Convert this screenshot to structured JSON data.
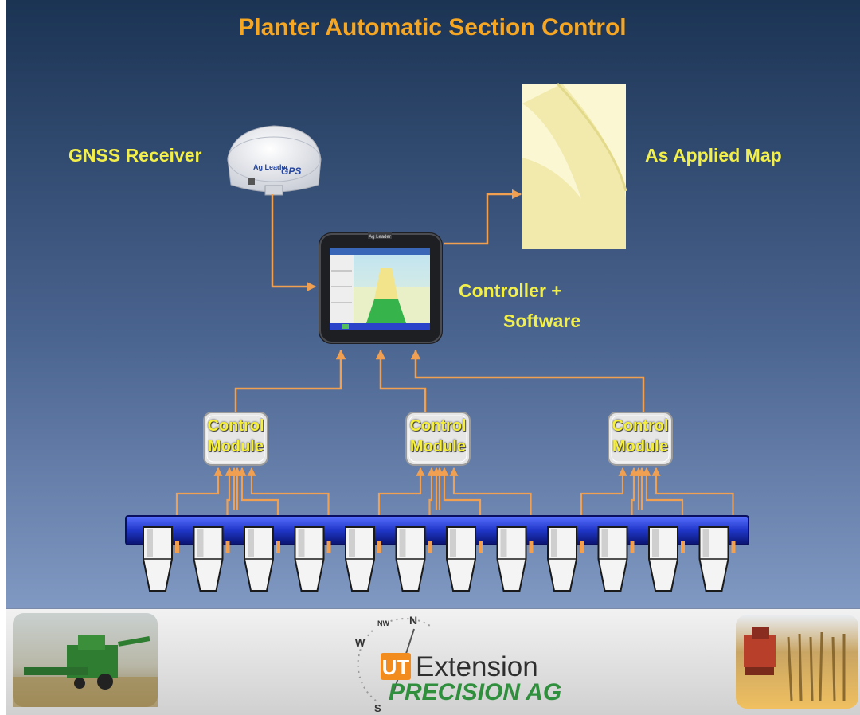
{
  "title": "Planter Automatic Section Control",
  "labels": {
    "gnss_receiver": "GNSS Receiver",
    "as_applied_map": "As Applied Map",
    "controller_line1": "Controller +",
    "controller_line2": "Software"
  },
  "modules": [
    {
      "line1": "Control",
      "line2": "Module"
    },
    {
      "line1": "Control",
      "line2": "Module"
    },
    {
      "line1": "Control",
      "line2": "Module"
    }
  ],
  "devices": {
    "receiver_brand": "Ag Leader",
    "receiver_model": "GPS",
    "display_brand": "Ag Leader"
  },
  "footer": {
    "logo_mark": "UT",
    "extension": "Extension",
    "precision": "PRECISION AG",
    "compass": [
      "N",
      "NW",
      "W",
      "S"
    ]
  },
  "colors": {
    "background_top": "#1b3454",
    "background_bottom": "#7f98c2",
    "arrow": "#f0a050",
    "title": "#f5a623",
    "label": "#f3ef4a",
    "toolbar": "#2a43c9"
  }
}
